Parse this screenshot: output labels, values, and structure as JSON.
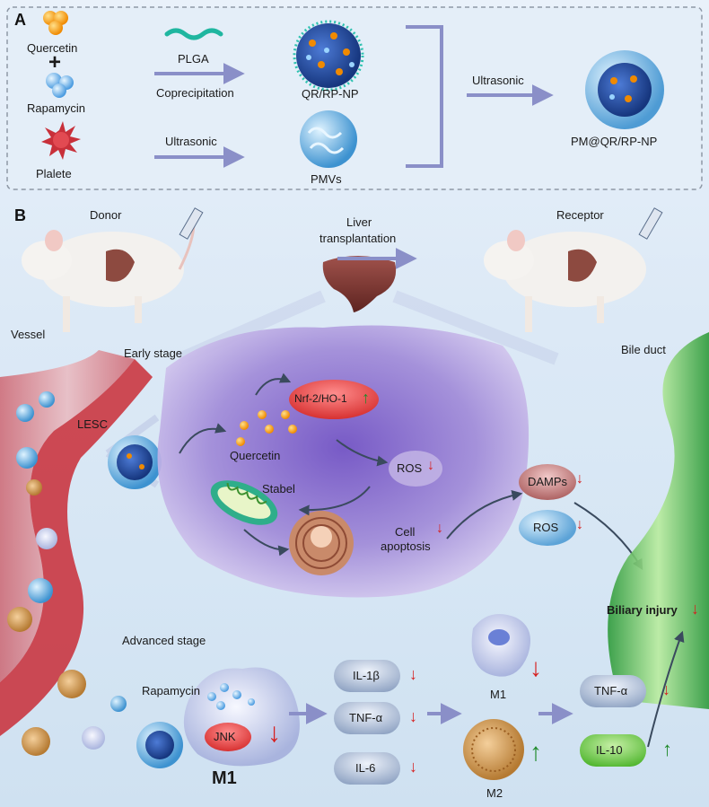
{
  "panels": {
    "a": "A",
    "b": "B"
  },
  "panel_a": {
    "quercetin": "Quercetin",
    "plus": "+",
    "rapamycin": "Rapamycin",
    "plalete": "Plalete",
    "plga": "PLGA",
    "coprecipitation": "Coprecipitation",
    "ultrasonic_1": "Ultrasonic",
    "qr_rp_np": "QR/RP-NP",
    "pmvs": "PMVs",
    "ultrasonic_2": "Ultrasonic",
    "pm_qr_rp_np": "PM@QR/RP-NP"
  },
  "panel_b": {
    "donor": "Donor",
    "receptor": "Receptor",
    "liver_transplantation_1": "Liver",
    "liver_transplantation_2": "transplantation",
    "vessel": "Vessel",
    "early_stage": "Early stage",
    "lesc": "LESC",
    "bile_duct": "Bile duct",
    "nrf2": "Nrf-2/HO-1",
    "quercetin": "Quercetin",
    "ros_cell": "ROS",
    "stabel": "Stabel",
    "cell_apoptosis_1": "Cell",
    "cell_apoptosis_2": "apoptosis",
    "damps": "DAMPs",
    "ros_out": "ROS",
    "biliary_injury": "Biliary injury",
    "advanced_stage": "Advanced stage",
    "rapamycin": "Rapamycin",
    "jnk": "JNK",
    "m1_main": "M1",
    "il1b": "IL-1β",
    "tnfa_1": "TNF-α",
    "il6": "IL-6",
    "m1_small": "M1",
    "m2": "M2",
    "tnfa_2": "TNF-α",
    "il10": "IL-10"
  },
  "colors": {
    "red_arrow": "#d62020",
    "green_arrow": "#1f8a2a",
    "process_arrow": "#8a8fc8"
  }
}
